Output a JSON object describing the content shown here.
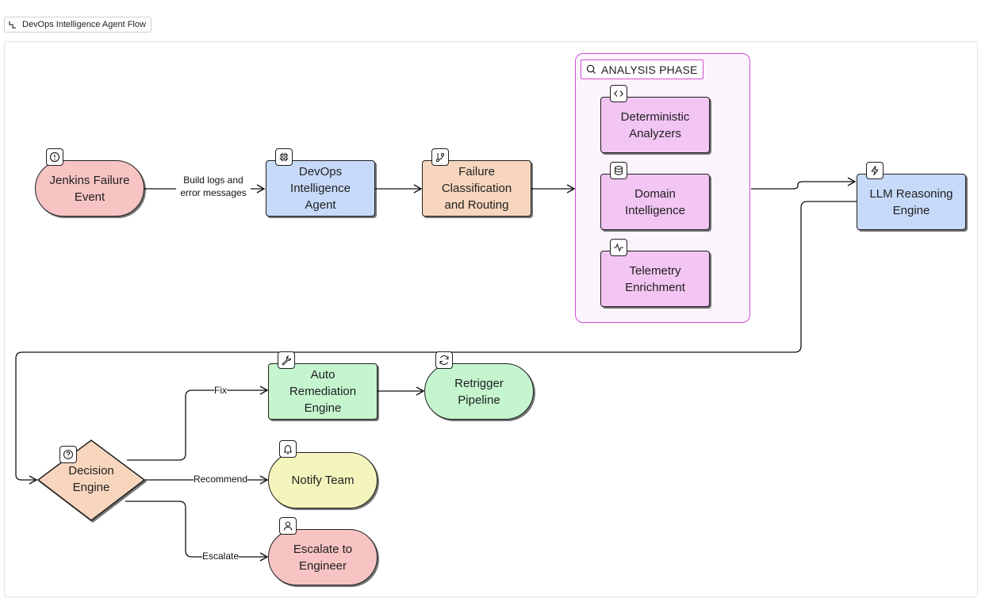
{
  "diagram_title": "DevOps Intelligence Agent Flow",
  "group": {
    "label": "ANALYSIS PHASE",
    "icon": "search-icon"
  },
  "nodes": {
    "jenkins": {
      "label": "Jenkins Failure\nEvent",
      "icon": "alert-circle-icon"
    },
    "devops_agent": {
      "label": "DevOps\nIntelligence\nAgent",
      "icon": "cpu-icon"
    },
    "classification": {
      "label": "Failure\nClassification\nand Routing",
      "icon": "git-branch-icon"
    },
    "deterministic": {
      "label": "Deterministic\nAnalyzers",
      "icon": "code-icon"
    },
    "domain": {
      "label": "Domain\nIntelligence",
      "icon": "database-icon"
    },
    "telemetry": {
      "label": "Telemetry\nEnrichment",
      "icon": "activity-icon"
    },
    "llm": {
      "label": "LLM Reasoning\nEngine",
      "icon": "zap-icon"
    },
    "decision": {
      "label": "Decision\nEngine",
      "icon": "help-circle-icon"
    },
    "auto_remediation": {
      "label": "Auto\nRemediation\nEngine",
      "icon": "wrench-icon"
    },
    "retrigger": {
      "label": "Retrigger\nPipeline",
      "icon": "refresh-icon"
    },
    "notify": {
      "label": "Notify Team",
      "icon": "bell-icon"
    },
    "escalate": {
      "label": "Escalate to\nEngineer",
      "icon": "user-icon"
    }
  },
  "edge_labels": {
    "build_logs": "Build logs and\nerror messages",
    "fix": "Fix",
    "recommend": "Recommend",
    "escalate": "Escalate"
  },
  "colors": {
    "red": "#f7c3c3",
    "blue": "#c7dafa",
    "orange": "#f7d6bd",
    "pink": "#f2c5f3",
    "green": "#c5f5cf",
    "yellow": "#f4f5bd",
    "group_border": "#cf4fd0"
  }
}
